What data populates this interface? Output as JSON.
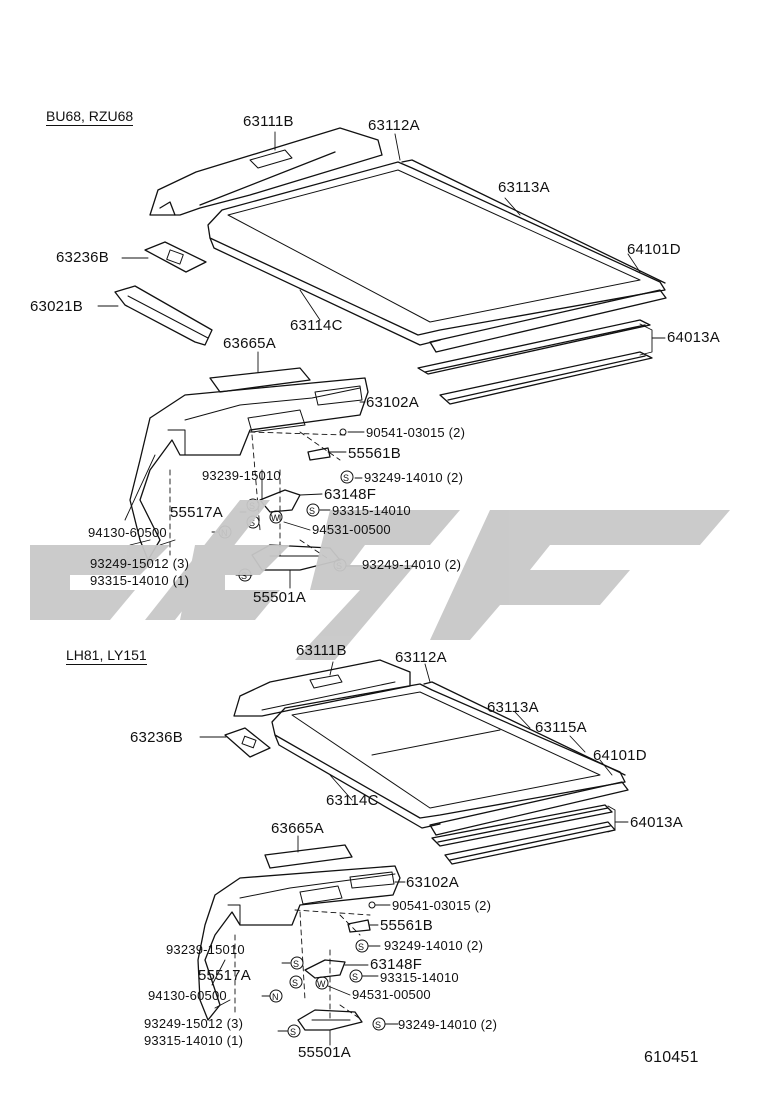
{
  "watermark_color": "#c8c8c8",
  "diagram_code": "610451",
  "sections": [
    {
      "model_label": "BU68, RZU68",
      "parts": {
        "p63111B": "63111B",
        "p63112A": "63112A",
        "p63113A": "63113A",
        "p64101D": "64101D",
        "p64013A": "64013A",
        "p63236B": "63236B",
        "p63021B": "63021B",
        "p63114C": "63114C",
        "p63665A": "63665A",
        "p63102A": "63102A",
        "p90541": "90541-03015 (2)",
        "p55561B": "55561B",
        "p93239": "93239-15010",
        "p93249a": "93249-14010 (2)",
        "p63148F": "63148F",
        "p55517A": "55517A",
        "p93315a": "93315-14010",
        "p94130": "94130-60500",
        "p94531": "94531-00500",
        "p93249b": "93249-15012 (3)",
        "p93249c": "93249-14010 (2)",
        "p93315b": "93315-14010 (1)",
        "p55501A": "55501A"
      }
    },
    {
      "model_label": "LH81, LY151",
      "parts": {
        "p63111B": "63111B",
        "p63112A": "63112A",
        "p63113A": "63113A",
        "p63115A": "63115A",
        "p64101D": "64101D",
        "p64013A": "64013A",
        "p63236B": "63236B",
        "p63114C": "63114C",
        "p63665A": "63665A",
        "p63102A": "63102A",
        "p90541": "90541-03015 (2)",
        "p55561B": "55561B",
        "p93239": "93239-15010",
        "p93249a": "93249-14010 (2)",
        "p63148F": "63148F",
        "p55517A": "55517A",
        "p93315a": "93315-14010",
        "p94130": "94130-60500",
        "p94531": "94531-00500",
        "p93249b": "93249-15012 (3)",
        "p93249c": "93249-14010 (2)",
        "p93315b": "93315-14010 (1)",
        "p55501A": "55501A"
      }
    }
  ]
}
